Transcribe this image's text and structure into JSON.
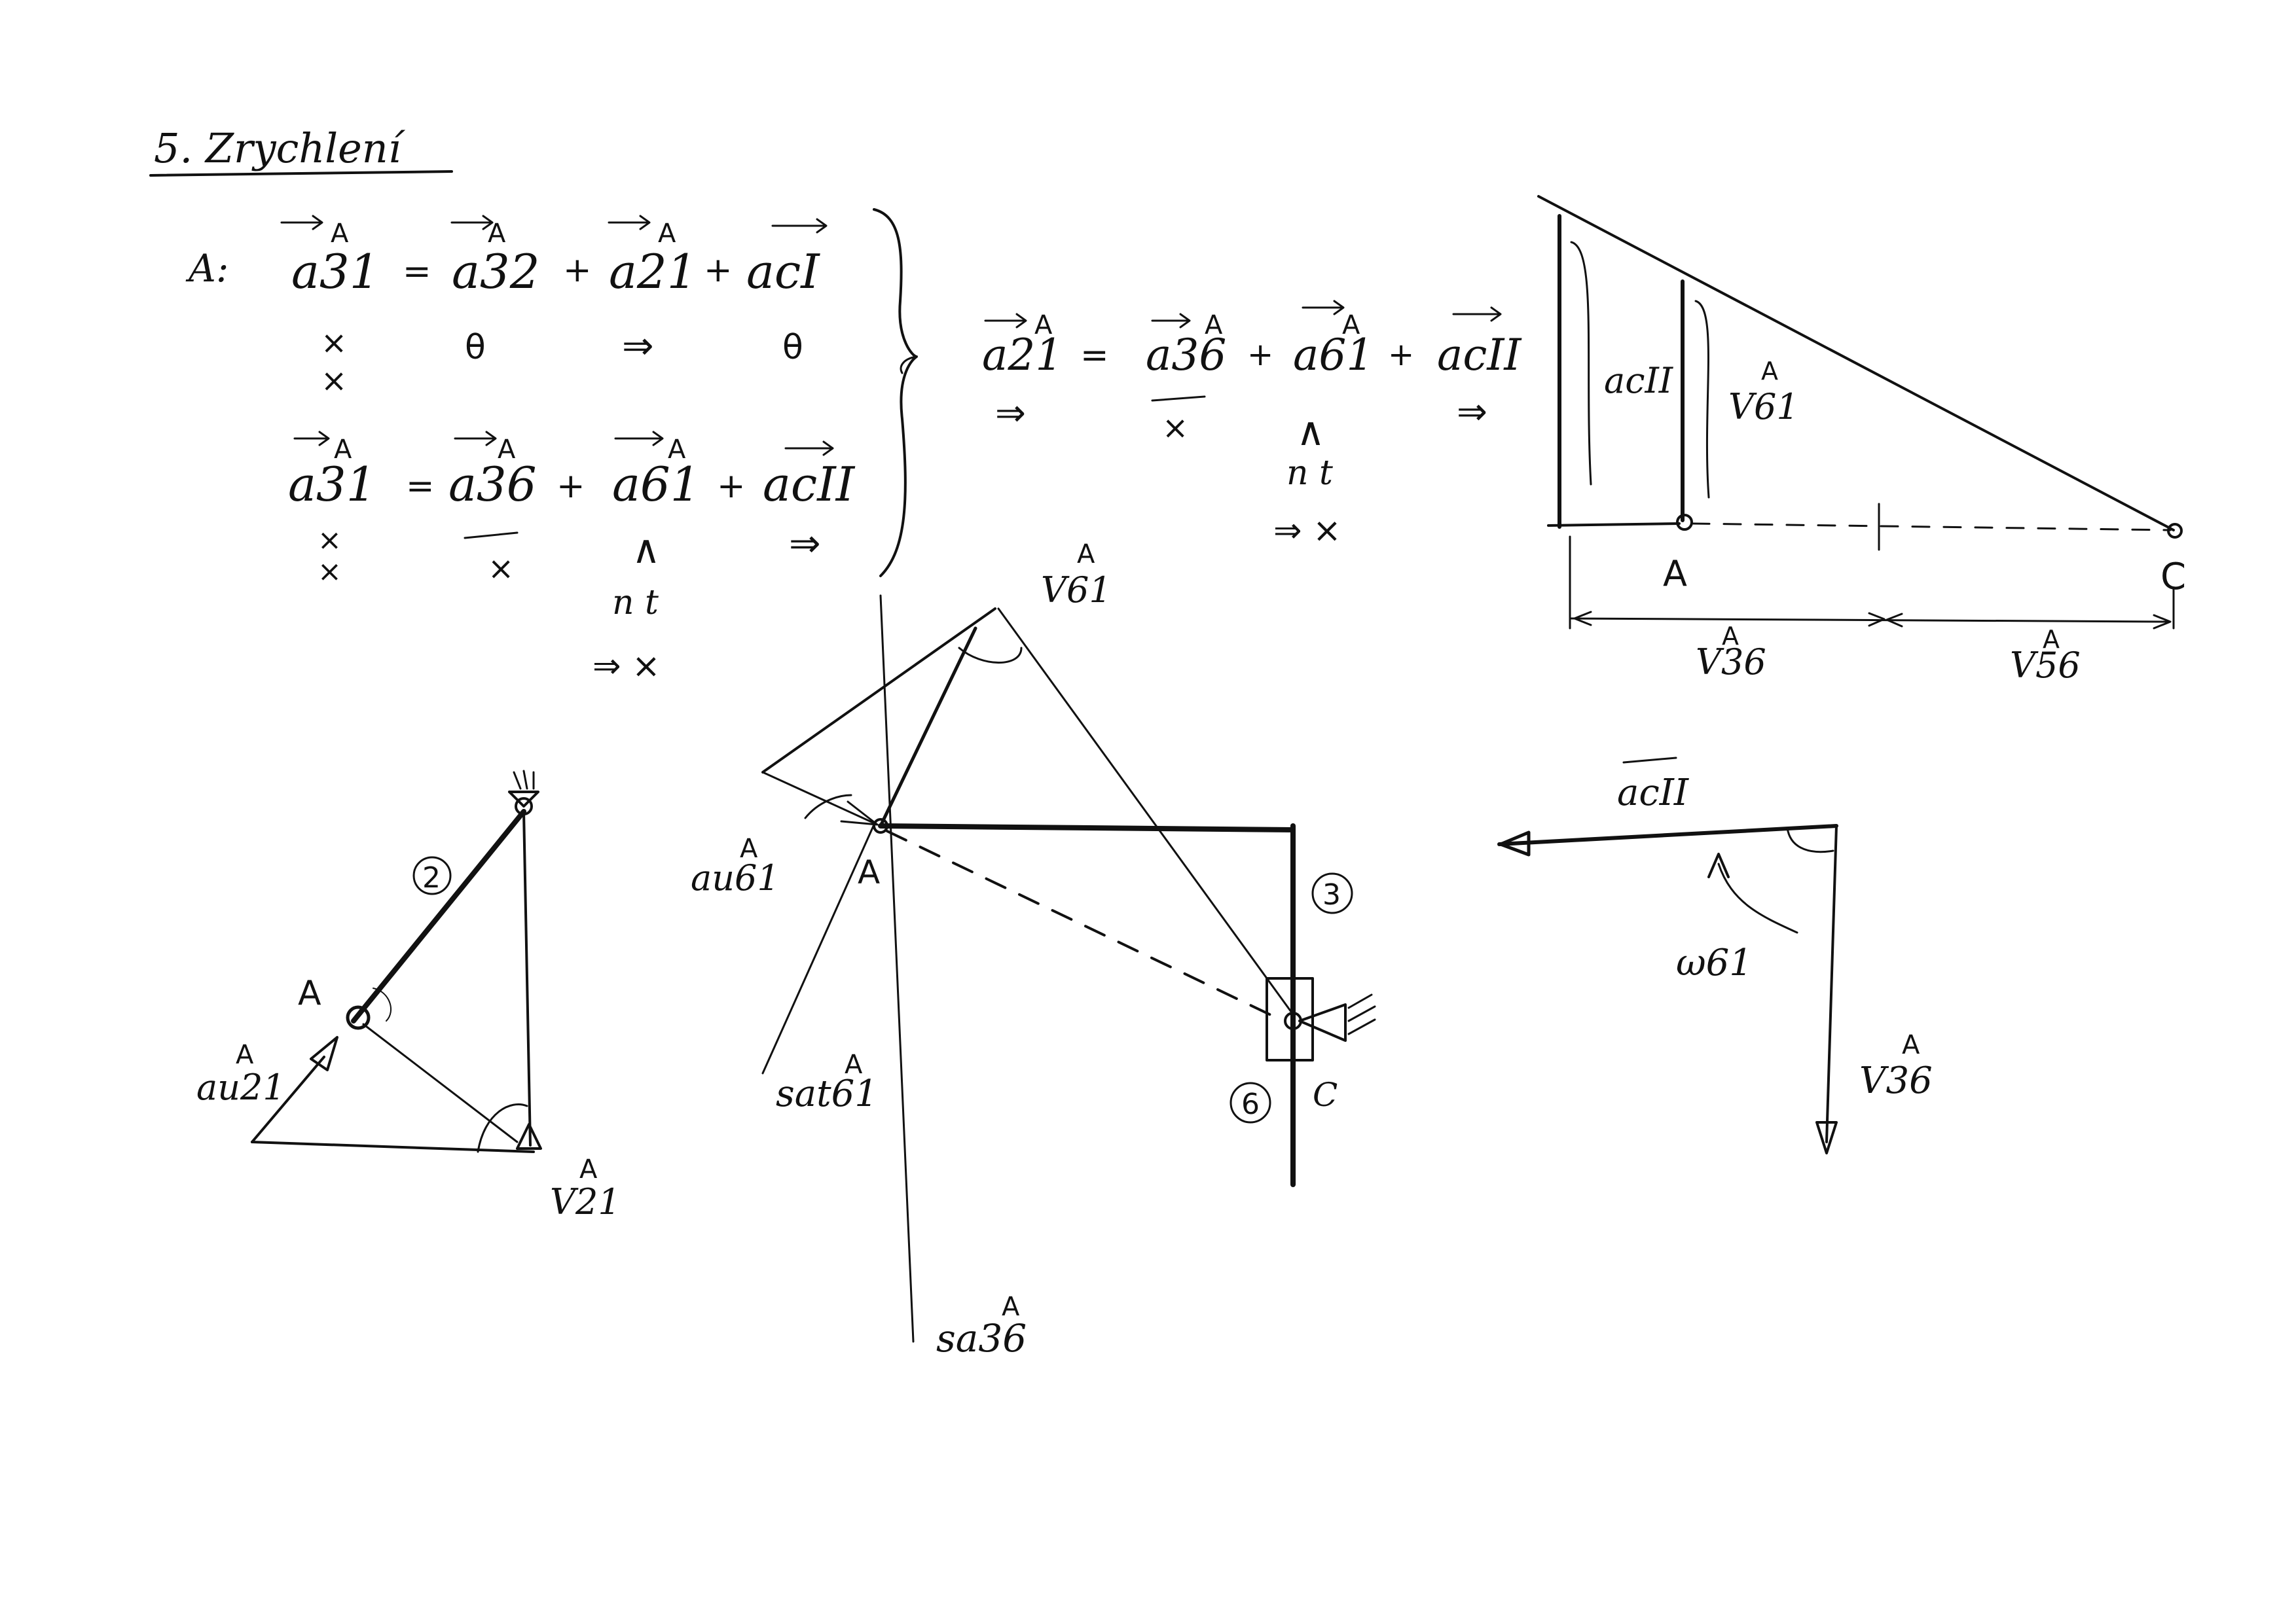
{
  "colors": {
    "paper": "#ffffff",
    "ink": "#111111"
  },
  "heading": "5. Zrychlení",
  "equations": {
    "eq1": {
      "point": "A:",
      "lhs": "a31",
      "terms": [
        "a32",
        "a21",
        "acI"
      ],
      "eq": "=",
      "plus": "+",
      "marks": [
        "×",
        "θ",
        "⇒",
        "θ"
      ],
      "marks2": "×"
    },
    "eq2": {
      "lhs": "a31",
      "terms": [
        "a36",
        "a61",
        "acII"
      ],
      "eq": "=",
      "plus": "+",
      "marks": [
        "×",
        "×",
        "∧",
        "⇒"
      ],
      "marks2": "×",
      "nt": "n  t",
      "nt_marks": "⇒  ×"
    },
    "eq3": {
      "lhs": "a21",
      "terms": [
        "a36",
        "a61",
        "acII"
      ],
      "eq": "=",
      "plus": "+",
      "marks": [
        "⇒",
        "×",
        "∧",
        "⇒"
      ],
      "nt": "n  t",
      "nt_marks": "⇒  ×"
    },
    "superscript": "A"
  },
  "velocity_diagram": {
    "label_acII": "acII",
    "label_v61": "V61",
    "sup": "A",
    "point_a": "A",
    "point_c": "C",
    "label_v36": "V36",
    "label_v56": "V56"
  },
  "mechanism_left": {
    "label_link": "2",
    "point_a": "A",
    "label_au21": "au21",
    "label_v21": "V21",
    "sup": "A"
  },
  "acceleration_polygon": {
    "label_v61": "V61",
    "label_au61": "au61",
    "point_a": "A",
    "label_link3": "3",
    "label_link6": "6",
    "point_c": "C",
    "label_sat61": "sat61",
    "label_sa36": "sa36",
    "sup": "A"
  },
  "coriolis": {
    "label_acII": "acII",
    "label_w61": "ω61",
    "label_v36": "V36",
    "sup": "A"
  }
}
